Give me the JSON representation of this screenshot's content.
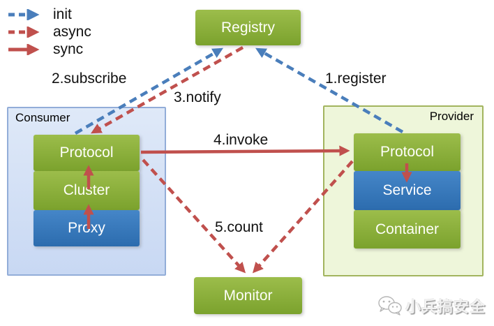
{
  "legend": {
    "items": [
      {
        "label": "init",
        "style": "dashed",
        "color": "#4a7ebb"
      },
      {
        "label": "async",
        "style": "dashed",
        "color": "#c0504d"
      },
      {
        "label": "sync",
        "style": "solid",
        "color": "#c0504d"
      }
    ]
  },
  "nodes": {
    "registry": {
      "label": "Registry"
    },
    "monitor": {
      "label": "Monitor"
    },
    "consumer": {
      "title": "Consumer",
      "stack": [
        {
          "label": "Protocol"
        },
        {
          "label": "Cluster"
        },
        {
          "label": "Proxy"
        }
      ]
    },
    "provider": {
      "title": "Provider",
      "stack": [
        {
          "label": "Protocol"
        },
        {
          "label": "Service"
        },
        {
          "label": "Container"
        }
      ]
    }
  },
  "edges": {
    "register": {
      "label": "1.register",
      "type": "init",
      "from": "provider-protocol",
      "to": "registry"
    },
    "subscribe": {
      "label": "2.subscribe",
      "type": "init",
      "from": "consumer-protocol",
      "to": "registry"
    },
    "notify": {
      "label": "3.notify",
      "type": "async",
      "from": "registry",
      "to": "consumer-protocol"
    },
    "invoke": {
      "label": "4.invoke",
      "type": "sync",
      "from": "consumer-protocol",
      "to": "provider-protocol"
    },
    "count": {
      "label": "5.count",
      "type": "async",
      "from": "consumer-protocol / provider-protocol",
      "to": "monitor"
    }
  },
  "watermark": {
    "text": "小兵搞安全",
    "logo": "wechat-icon"
  },
  "colors": {
    "node_green": "#7ba22d",
    "node_blue": "#2c6cae",
    "consumer_fill": "#d3e0f6",
    "consumer_border": "#92add8",
    "provider_fill": "#eef6da",
    "provider_border": "#a2b45e",
    "arrow_blue": "#4a7ebb",
    "arrow_red": "#c0504d",
    "text": "#111111"
  }
}
